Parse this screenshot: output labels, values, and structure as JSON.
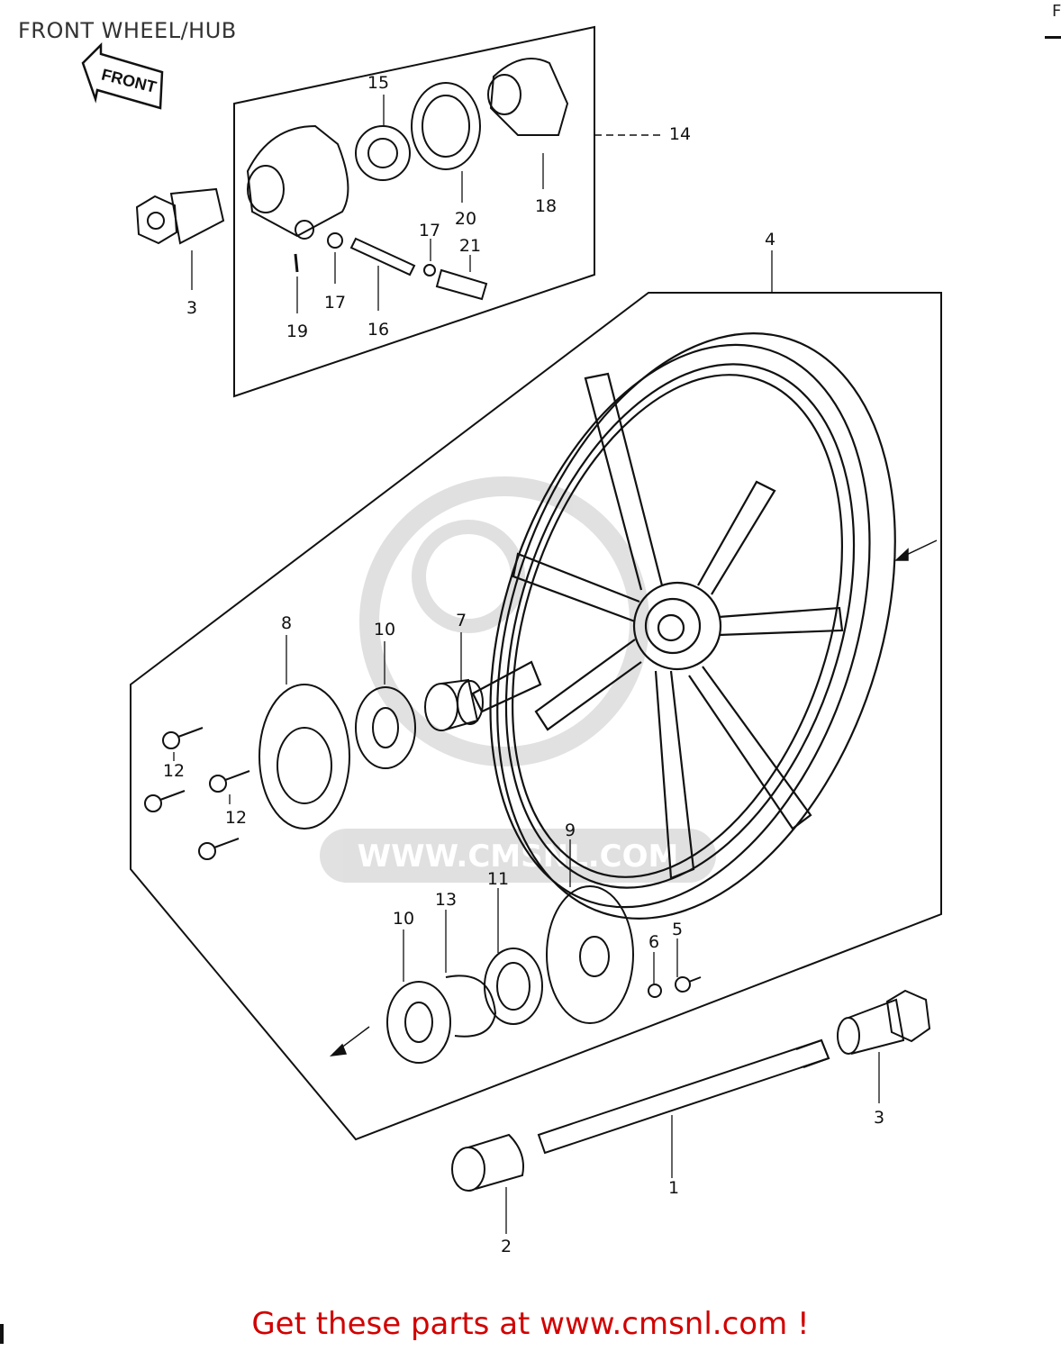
{
  "header": {
    "title": "FRONT WHEEL/HUB",
    "corner_char": "F"
  },
  "direction_tag": "FRONT",
  "watermark": {
    "text": "WWW.CMSNL.COM"
  },
  "callouts": {
    "c1": "1",
    "c2": "2",
    "c3_left": "3",
    "c3_right": "3",
    "c4": "4",
    "c5": "5",
    "c6": "6",
    "c7": "7",
    "c8": "8",
    "c9": "9",
    "c10_top": "10",
    "c10_bottom": "10",
    "c11": "11",
    "c12_a": "12",
    "c12_b": "12",
    "c13": "13",
    "c14": "14",
    "c15": "15",
    "c16": "16",
    "c17_a": "17",
    "c17_b": "17",
    "c18": "18",
    "c19": "19",
    "c20": "20",
    "c21": "21"
  },
  "footer": {
    "text": "Get these parts at www.cmsnl.com !"
  },
  "colors": {
    "footer": "#d10000",
    "line": "#111111",
    "watermark": "#cccccc"
  }
}
